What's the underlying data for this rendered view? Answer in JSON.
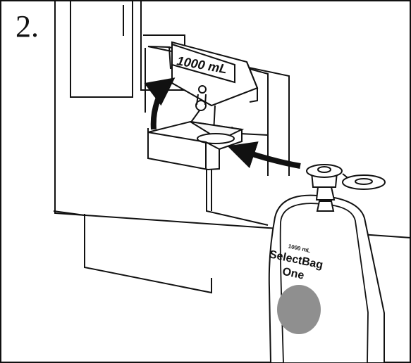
{
  "step": {
    "number": "2."
  },
  "device": {
    "holder_volume_label": "1000 mL"
  },
  "bag": {
    "volume_label": "1000 mL",
    "brand_line1": "SelectBag",
    "brand_line2": "One",
    "dot_color": "#8f8f8f"
  },
  "colors": {
    "line": "#111111",
    "fill_light": "#f8f8f8",
    "fill_white": "#ffffff"
  }
}
